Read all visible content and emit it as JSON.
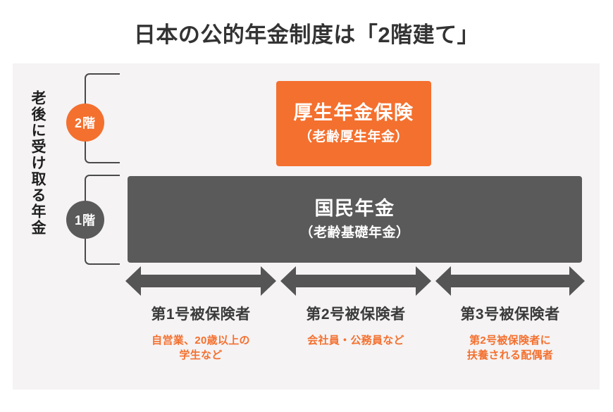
{
  "title": "日本の公的年金制度は「2階建て」",
  "colors": {
    "accent_orange": "#f4702e",
    "dark_gray": "#5a5a5a",
    "panel_bg": "#f5f3f4",
    "title_text": "#333333",
    "bracket_line": "#4a4a4a",
    "arrow_fill": "#555555"
  },
  "side_label": "老後に受け取る年金",
  "tiers": [
    {
      "badge": "2階",
      "color": "#f4702e"
    },
    {
      "badge": "1階",
      "color": "#5a5a5a"
    }
  ],
  "boxes": {
    "tier2": {
      "name": "厚生年金保険",
      "sub": "（老齢厚生年金）"
    },
    "tier1": {
      "name": "国民年金",
      "sub": "（老齢基礎年金）"
    }
  },
  "arrows": [
    {
      "name": "arrow-category-1",
      "direction": "double-headed"
    },
    {
      "name": "arrow-category-2",
      "direction": "double-headed"
    },
    {
      "name": "arrow-category-3",
      "direction": "double-headed"
    }
  ],
  "categories": [
    {
      "title": "第1号被保険者",
      "desc": "自営業、20歳以上の\n学生など"
    },
    {
      "title": "第2号被保険者",
      "desc": "会社員・公務員など"
    },
    {
      "title": "第3号被保険者",
      "desc": "第2号被保険者に\n扶養される配偶者"
    }
  ]
}
